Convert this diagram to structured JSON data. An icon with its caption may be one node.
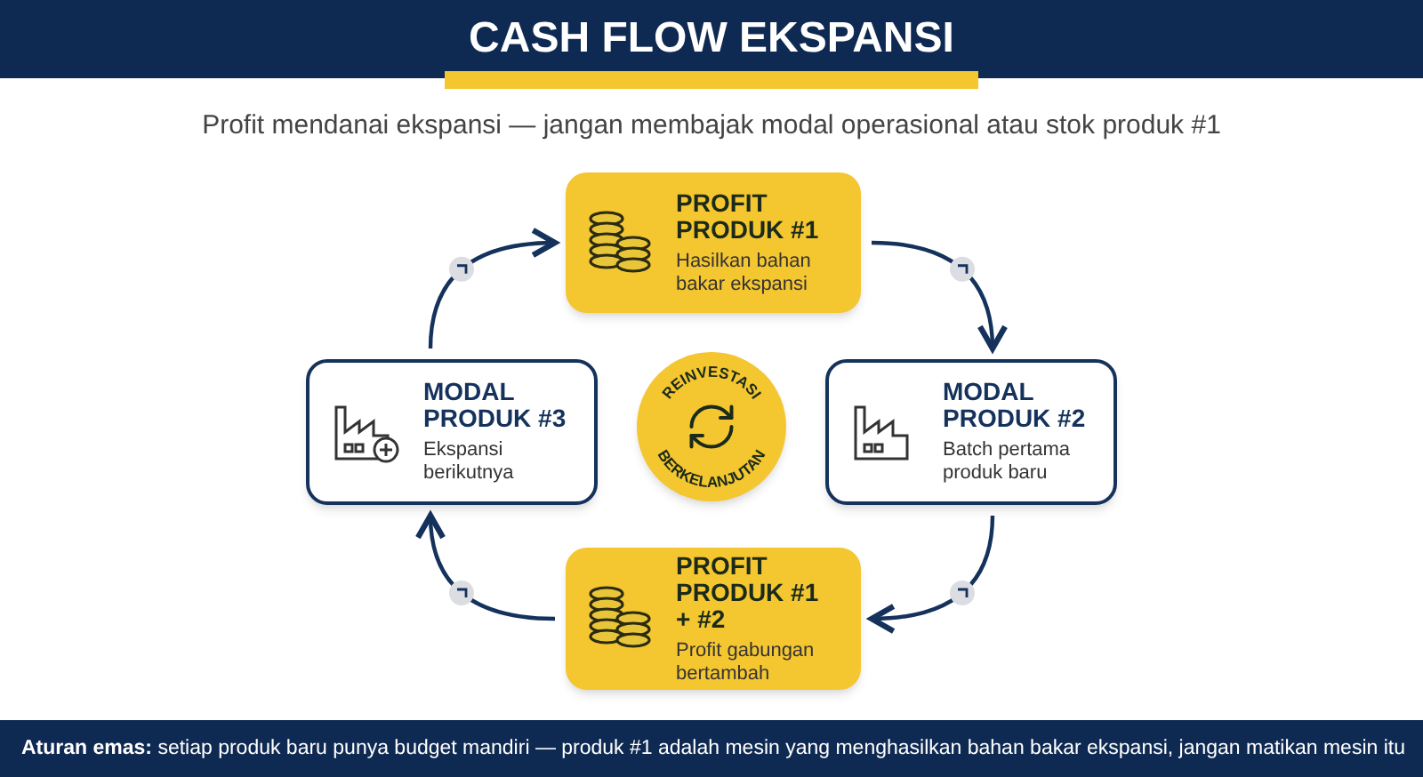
{
  "diagram": {
    "title": "CASH FLOW EKSPANSI",
    "nodes": [
      {
        "text": [
          "PROFIT PRODUK #1",
          "Hasilkan bahan bakar ekspansi"
        ]
      },
      {
        "text": [
          "MODAL PRODUK #2",
          "Batch pertama produk baru"
        ]
      },
      {
        "text": [
          "PROFIT PRODUK #1 + #2",
          "Profit gabungan bertambah"
        ]
      },
      {
        "text": [
          "MODAL PRODUK #3",
          "Ekspansi berikutnya"
        ]
      },
      {
        "text": [
          "REINVESTASI",
          "BERKELANJUTAN"
        ]
      }
    ],
    "edges": [
      {
        "from": 0,
        "to": 1,
        "arrow": "to"
      },
      {
        "from": 1,
        "to": 2,
        "arrow": "to"
      },
      {
        "from": 2,
        "to": 3,
        "arrow": "to"
      },
      {
        "from": 3,
        "to": 0,
        "arrow": "to"
      }
    ],
    "labels": [
      "Profit mendanai ekspansi — jangan membajak modal operasional atau stok produk #1",
      "**Aturan emas:** setiap produk baru punya budget mandiri — produk #1 adalah mesin yang menghasilkan bahan bakar ekspansi, jangan matikan mesin itu"
    ]
  }
}
